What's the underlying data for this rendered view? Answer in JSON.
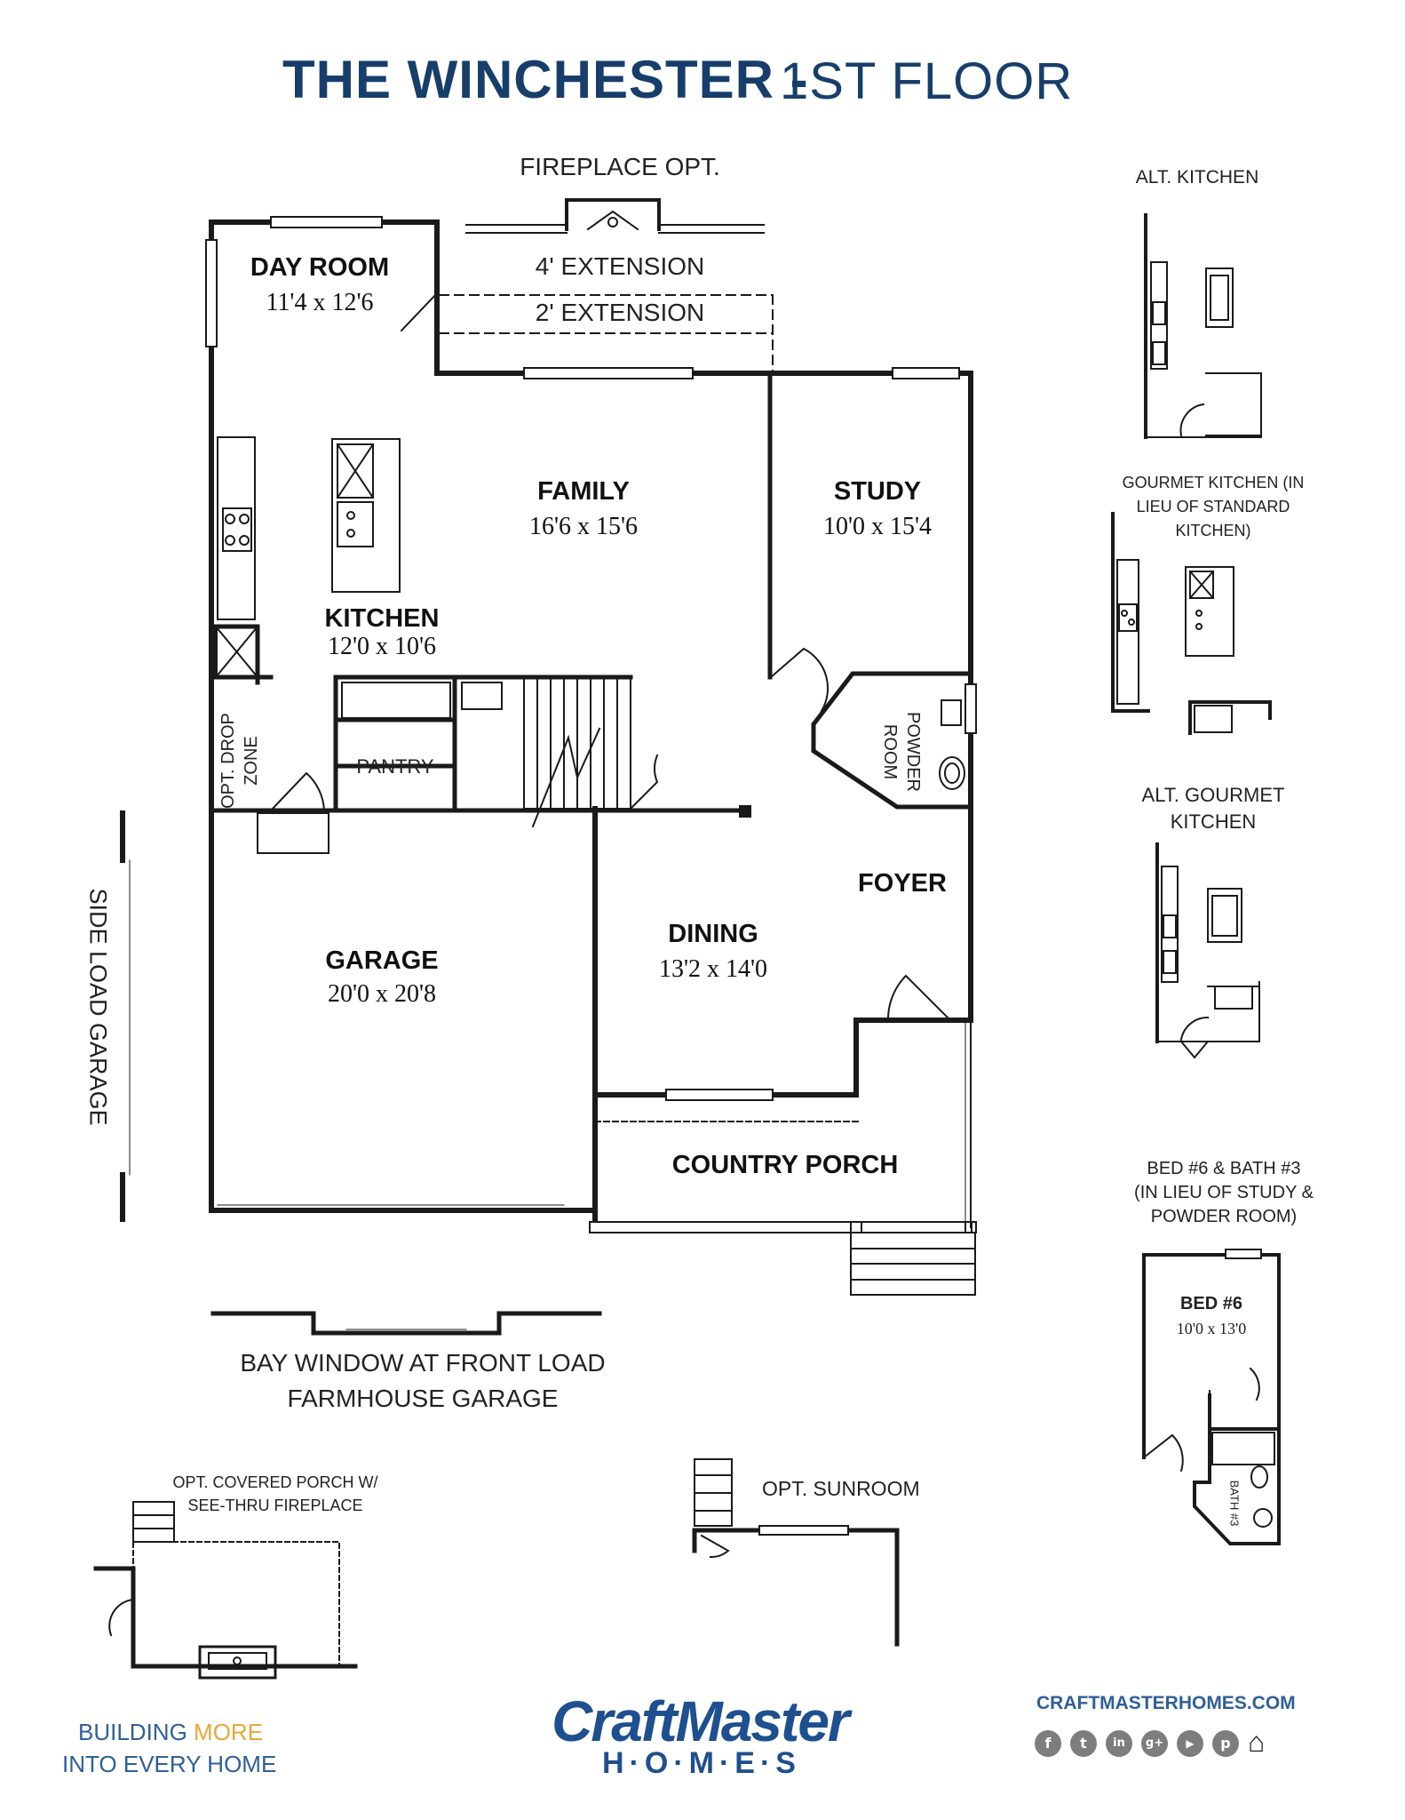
{
  "title": {
    "main": "THE WINCHESTER -",
    "floor": "1ST FLOOR"
  },
  "plan_labels": {
    "fireplace_opt": "FIREPLACE OPT.",
    "ext4": "4' EXTENSION",
    "ext2": "2' EXTENSION",
    "side_load": "SIDE LOAD GARAGE",
    "pantry": "PANTRY",
    "drop_zone_1": "OPT. DROP",
    "drop_zone_2": "ZONE",
    "powder_1": "POWDER",
    "powder_2": "ROOM",
    "bay_window_1": "BAY WINDOW AT FRONT LOAD",
    "bay_window_2": "FARMHOUSE GARAGE",
    "opt_sunroom": "OPT. SUNROOM",
    "covered_porch_1": "OPT. COVERED PORCH W/",
    "covered_porch_2": "SEE-THRU FIREPLACE"
  },
  "rooms": {
    "day_room": {
      "name": "DAY ROOM",
      "dims": "11'4 x 12'6"
    },
    "family": {
      "name": "FAMILY",
      "dims": "16'6 x 15'6"
    },
    "study": {
      "name": "STUDY",
      "dims": "10'0 x 15'4"
    },
    "kitchen": {
      "name": "KITCHEN",
      "dims": "12'0 x 10'6"
    },
    "garage": {
      "name": "GARAGE",
      "dims": "20'0 x 20'8"
    },
    "dining": {
      "name": "DINING",
      "dims": "13'2 x 14'0"
    },
    "foyer": {
      "name": "FOYER"
    },
    "country_porch": {
      "name": "COUNTRY PORCH"
    }
  },
  "options": {
    "alt_kitchen": "ALT. KITCHEN",
    "gourmet_1": "GOURMET KITCHEN (IN",
    "gourmet_2": "LIEU OF STANDARD",
    "gourmet_3": "KITCHEN)",
    "alt_gourmet_1": "ALT. GOURMET",
    "alt_gourmet_2": "KITCHEN",
    "bed6_1": "BED #6 & BATH #3",
    "bed6_2": "(IN LIEU OF STUDY &",
    "bed6_3": "POWDER ROOM)",
    "bed6_name": "BED #6",
    "bed6_dims": "10'0 x 13'0",
    "bath3": "BATH #3"
  },
  "footer": {
    "tagline_1a": "BUILDING",
    "tagline_1b": "MORE",
    "tagline_2": "INTO EVERY HOME",
    "brand": "CraftMaster",
    "brand_sub": "H·O·M·E·S",
    "url": "CRAFTMASTERHOMES.COM",
    "social_icons": [
      "facebook-icon",
      "twitter-icon",
      "linkedin-icon",
      "google-plus-icon",
      "youtube-icon",
      "pinterest-icon",
      "equal-housing-icon"
    ]
  },
  "colors": {
    "title_blue": "#173e6b",
    "brand_blue": "#1e4f8f",
    "accent_orange": "#e8a83a",
    "wall": "#1a1a1a"
  }
}
